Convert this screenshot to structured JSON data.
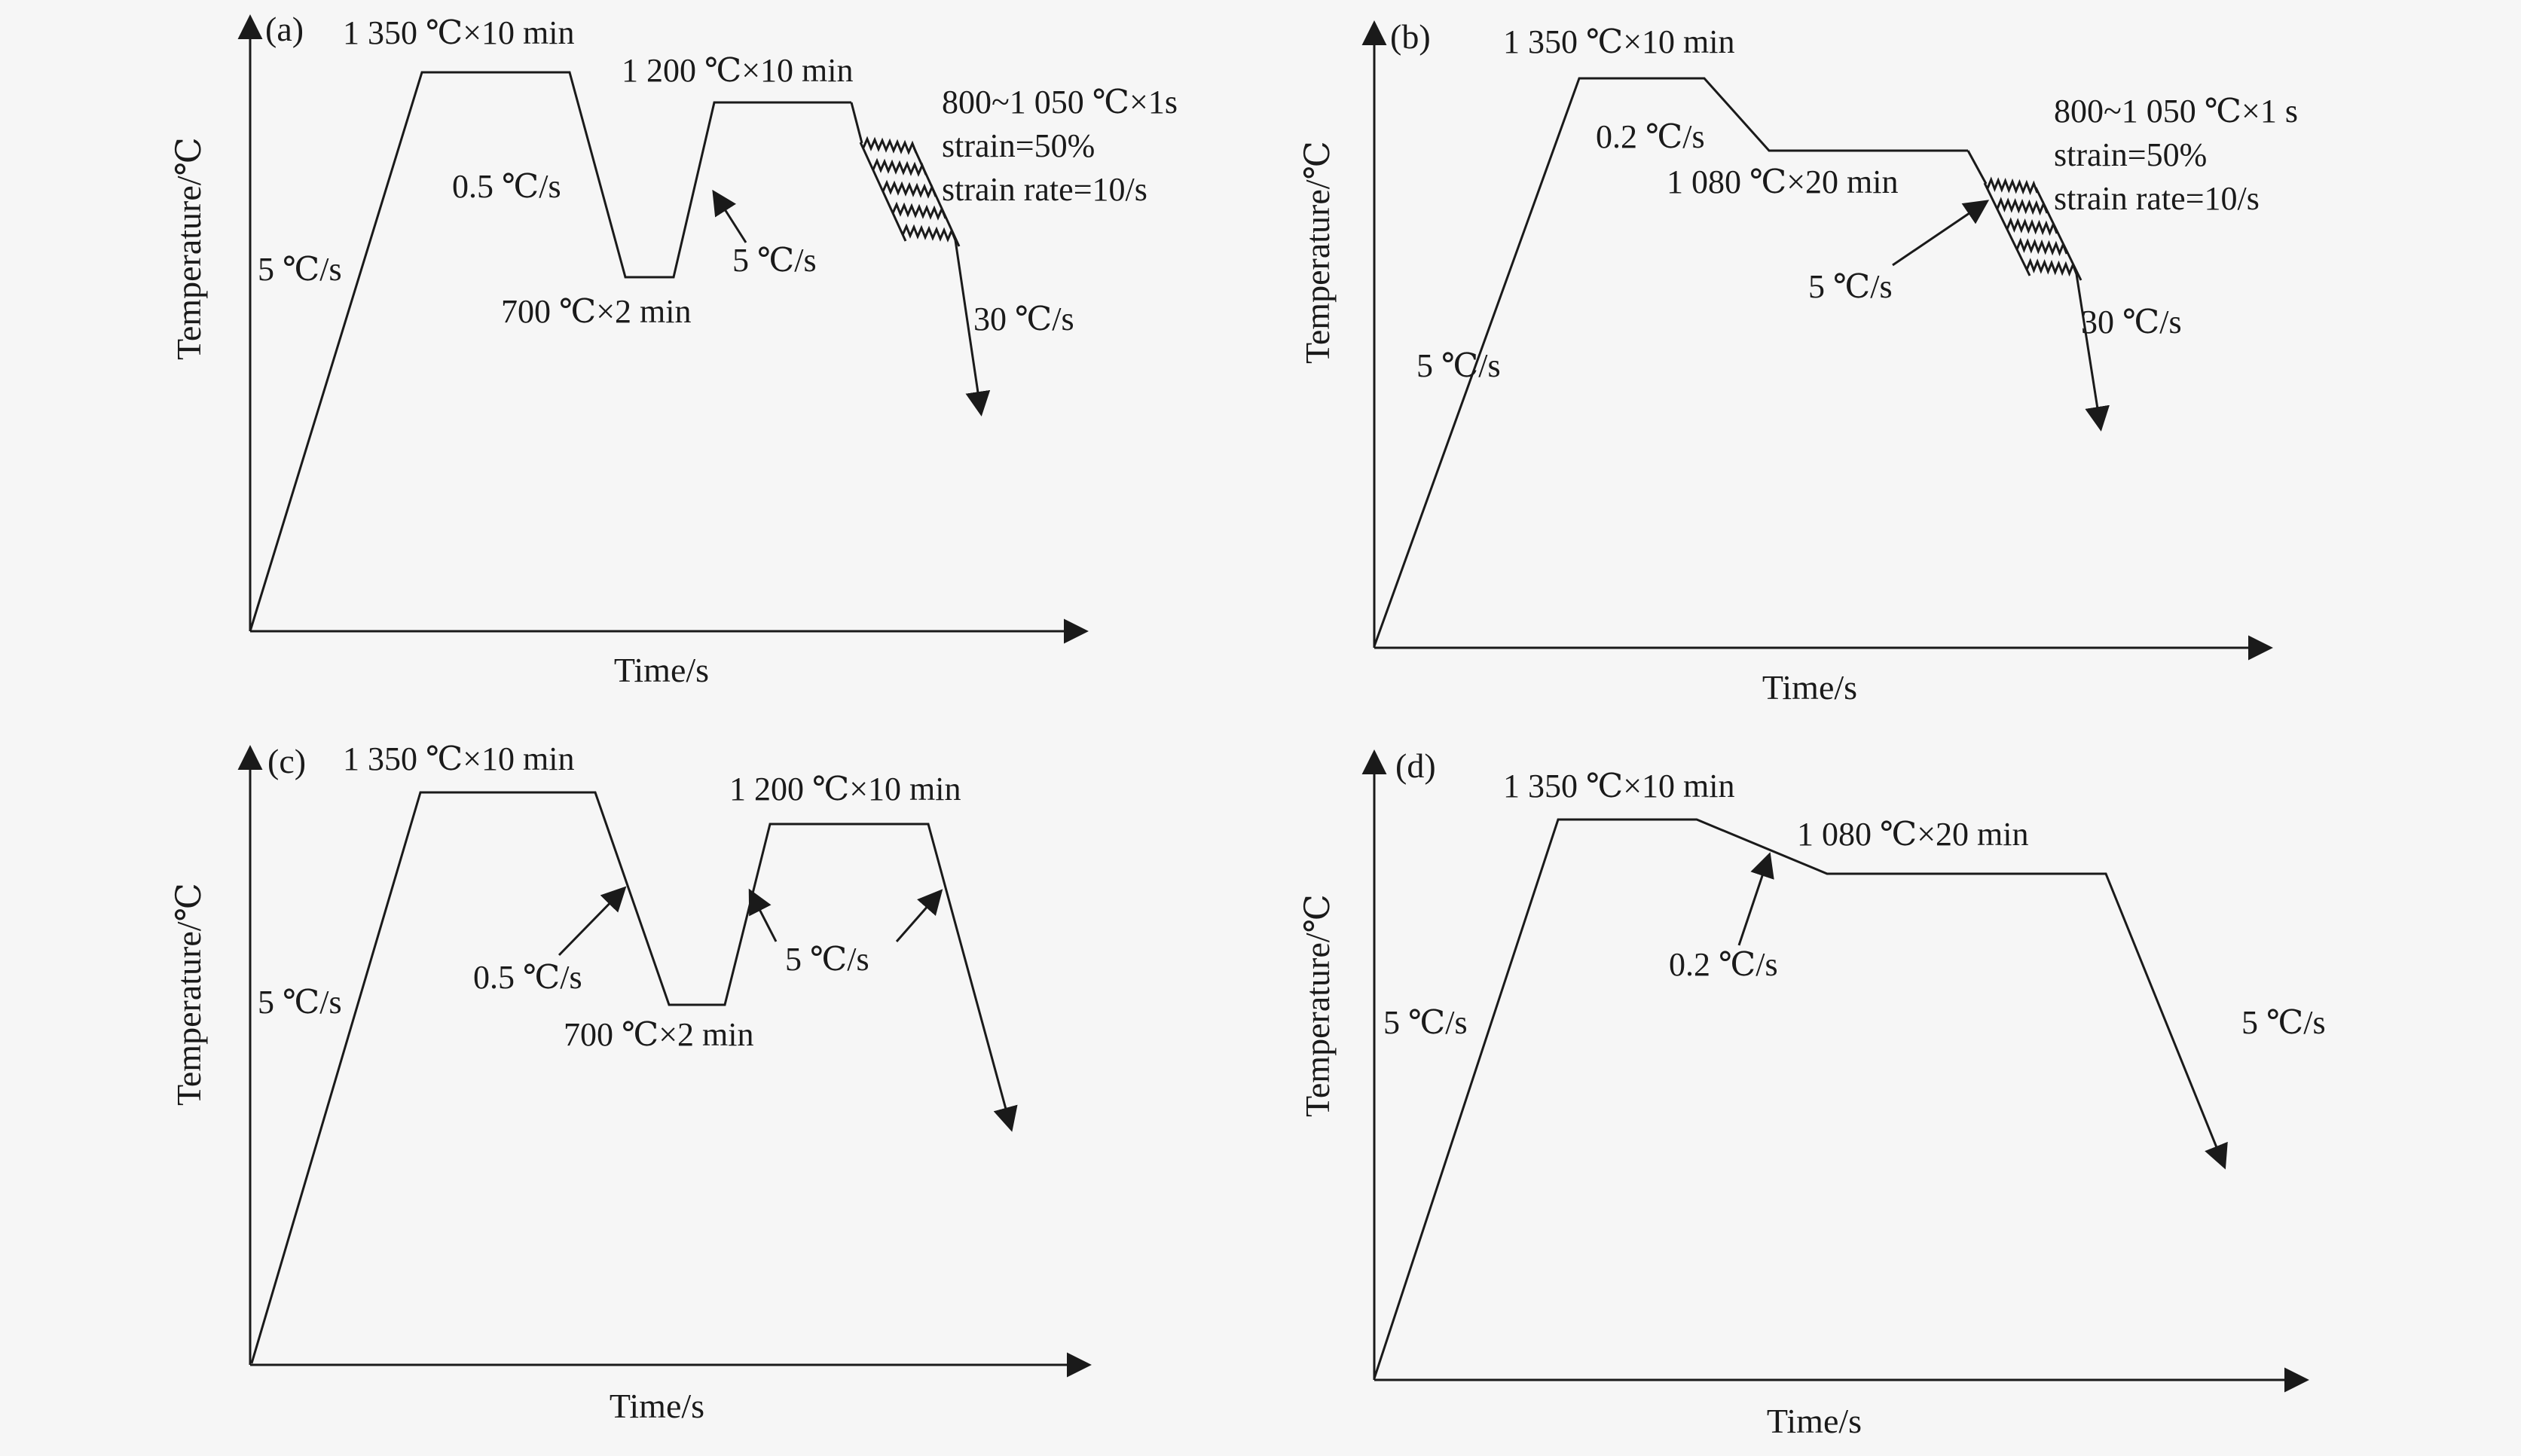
{
  "figure": {
    "colors": {
      "background": "#f6f6f6",
      "line": "#1a1a1a"
    },
    "panels": {
      "a": {
        "tag": "(a)",
        "y_axis_label": "Temperature/℃",
        "x_axis_label": "Time/s",
        "labels": {
          "heating_rate": "5 ℃/s",
          "solution_hold": "1 350 ℃×10 min",
          "cooling_rate_1": "0.5 ℃/s",
          "intermediate_hold": "700 ℃×2 min",
          "reheating_rate": "5 ℃/s",
          "second_hold": "1 200 ℃×10 min",
          "deformation_range": "800~1 050 ℃×1s",
          "strain": "strain=50%",
          "strain_rate": "strain rate=10/s",
          "final_cooling_rate": "30 ℃/s"
        }
      },
      "b": {
        "tag": "(b)",
        "y_axis_label": "Temperature/℃",
        "x_axis_label": "Time/s",
        "labels": {
          "heating_rate": "5 ℃/s",
          "solution_hold": "1 350 ℃×10 min",
          "cooling_rate_1": "0.2 ℃/s",
          "intermediate_hold": "1 080 ℃×20 min",
          "pre_deform_rate": "5 ℃/s",
          "deformation_range": "800~1 050 ℃×1 s",
          "strain": "strain=50%",
          "strain_rate": "strain rate=10/s",
          "final_cooling_rate": "30 ℃/s"
        }
      },
      "c": {
        "tag": "(c)",
        "y_axis_label": "Temperature/℃",
        "x_axis_label": "Time/s",
        "labels": {
          "heating_rate": "5 ℃/s",
          "solution_hold": "1 350 ℃×10 min",
          "cooling_rate_1": "0.5 ℃/s",
          "intermediate_hold": "700 ℃×2 min",
          "rate_2": "5 ℃/s",
          "second_hold": "1 200 ℃×10 min"
        }
      },
      "d": {
        "tag": "(d)",
        "y_axis_label": "Temperature/℃",
        "x_axis_label": "Time/s",
        "labels": {
          "heating_rate": "5 ℃/s",
          "solution_hold": "1 350 ℃×10 min",
          "cooling_rate_1": "0.2 ℃/s",
          "intermediate_hold": "1 080 ℃×20 min",
          "final_cooling_rate": "5 ℃/s"
        }
      }
    }
  }
}
